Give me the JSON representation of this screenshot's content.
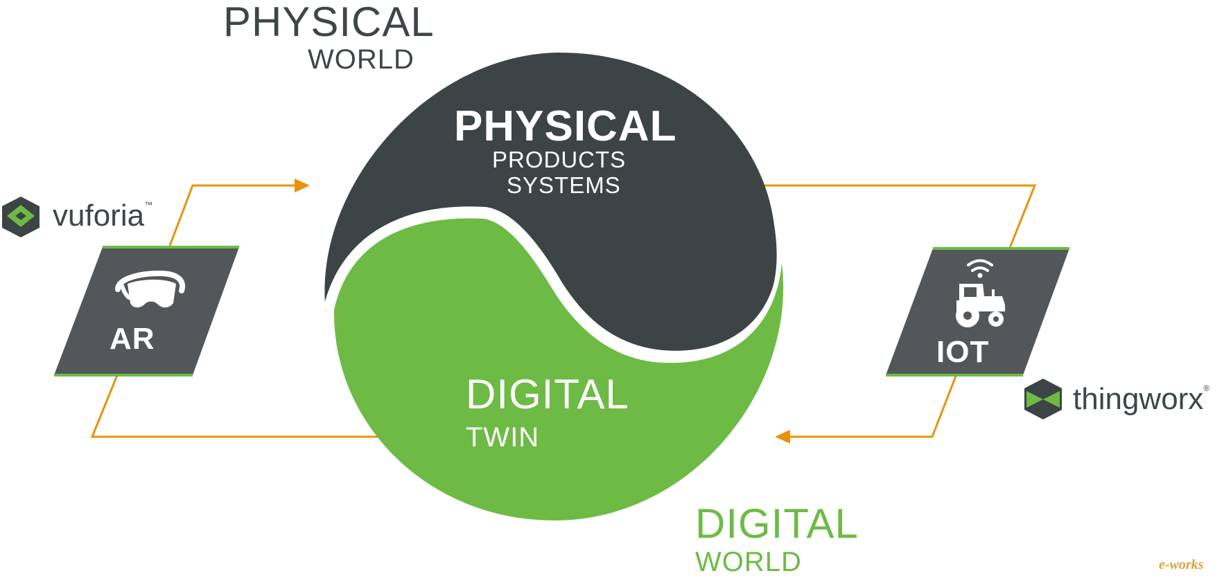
{
  "colors": {
    "dark": "#3c4446",
    "green": "#6dbb45",
    "orange": "#e8920a",
    "panel": "#545759",
    "white": "#ffffff",
    "text_dark": "#3f4648"
  },
  "labels": {
    "physical_world_line1": "PHYSICAL",
    "physical_world_line2": "WORLD",
    "digital_world_line1": "DIGITAL",
    "digital_world_line2": "WORLD",
    "physical_title": "PHYSICAL",
    "physical_sub1": "PRODUCTS",
    "physical_sub2": "SYSTEMS",
    "digital_title": "DIGITAL",
    "digital_sub": "TWIN",
    "ar_label": "AR",
    "iot_label": "IOT",
    "vuforia_brand": "vuforia",
    "vuforia_mark": "™",
    "thingworx_brand": "thingworx",
    "thingworx_mark": "®",
    "watermark": "e-works"
  },
  "icons": {
    "ar": "ar-headset-icon",
    "iot": "tractor-wifi-icon",
    "vuforia": "vuforia-logo-icon",
    "thingworx": "thingworx-logo-icon"
  }
}
